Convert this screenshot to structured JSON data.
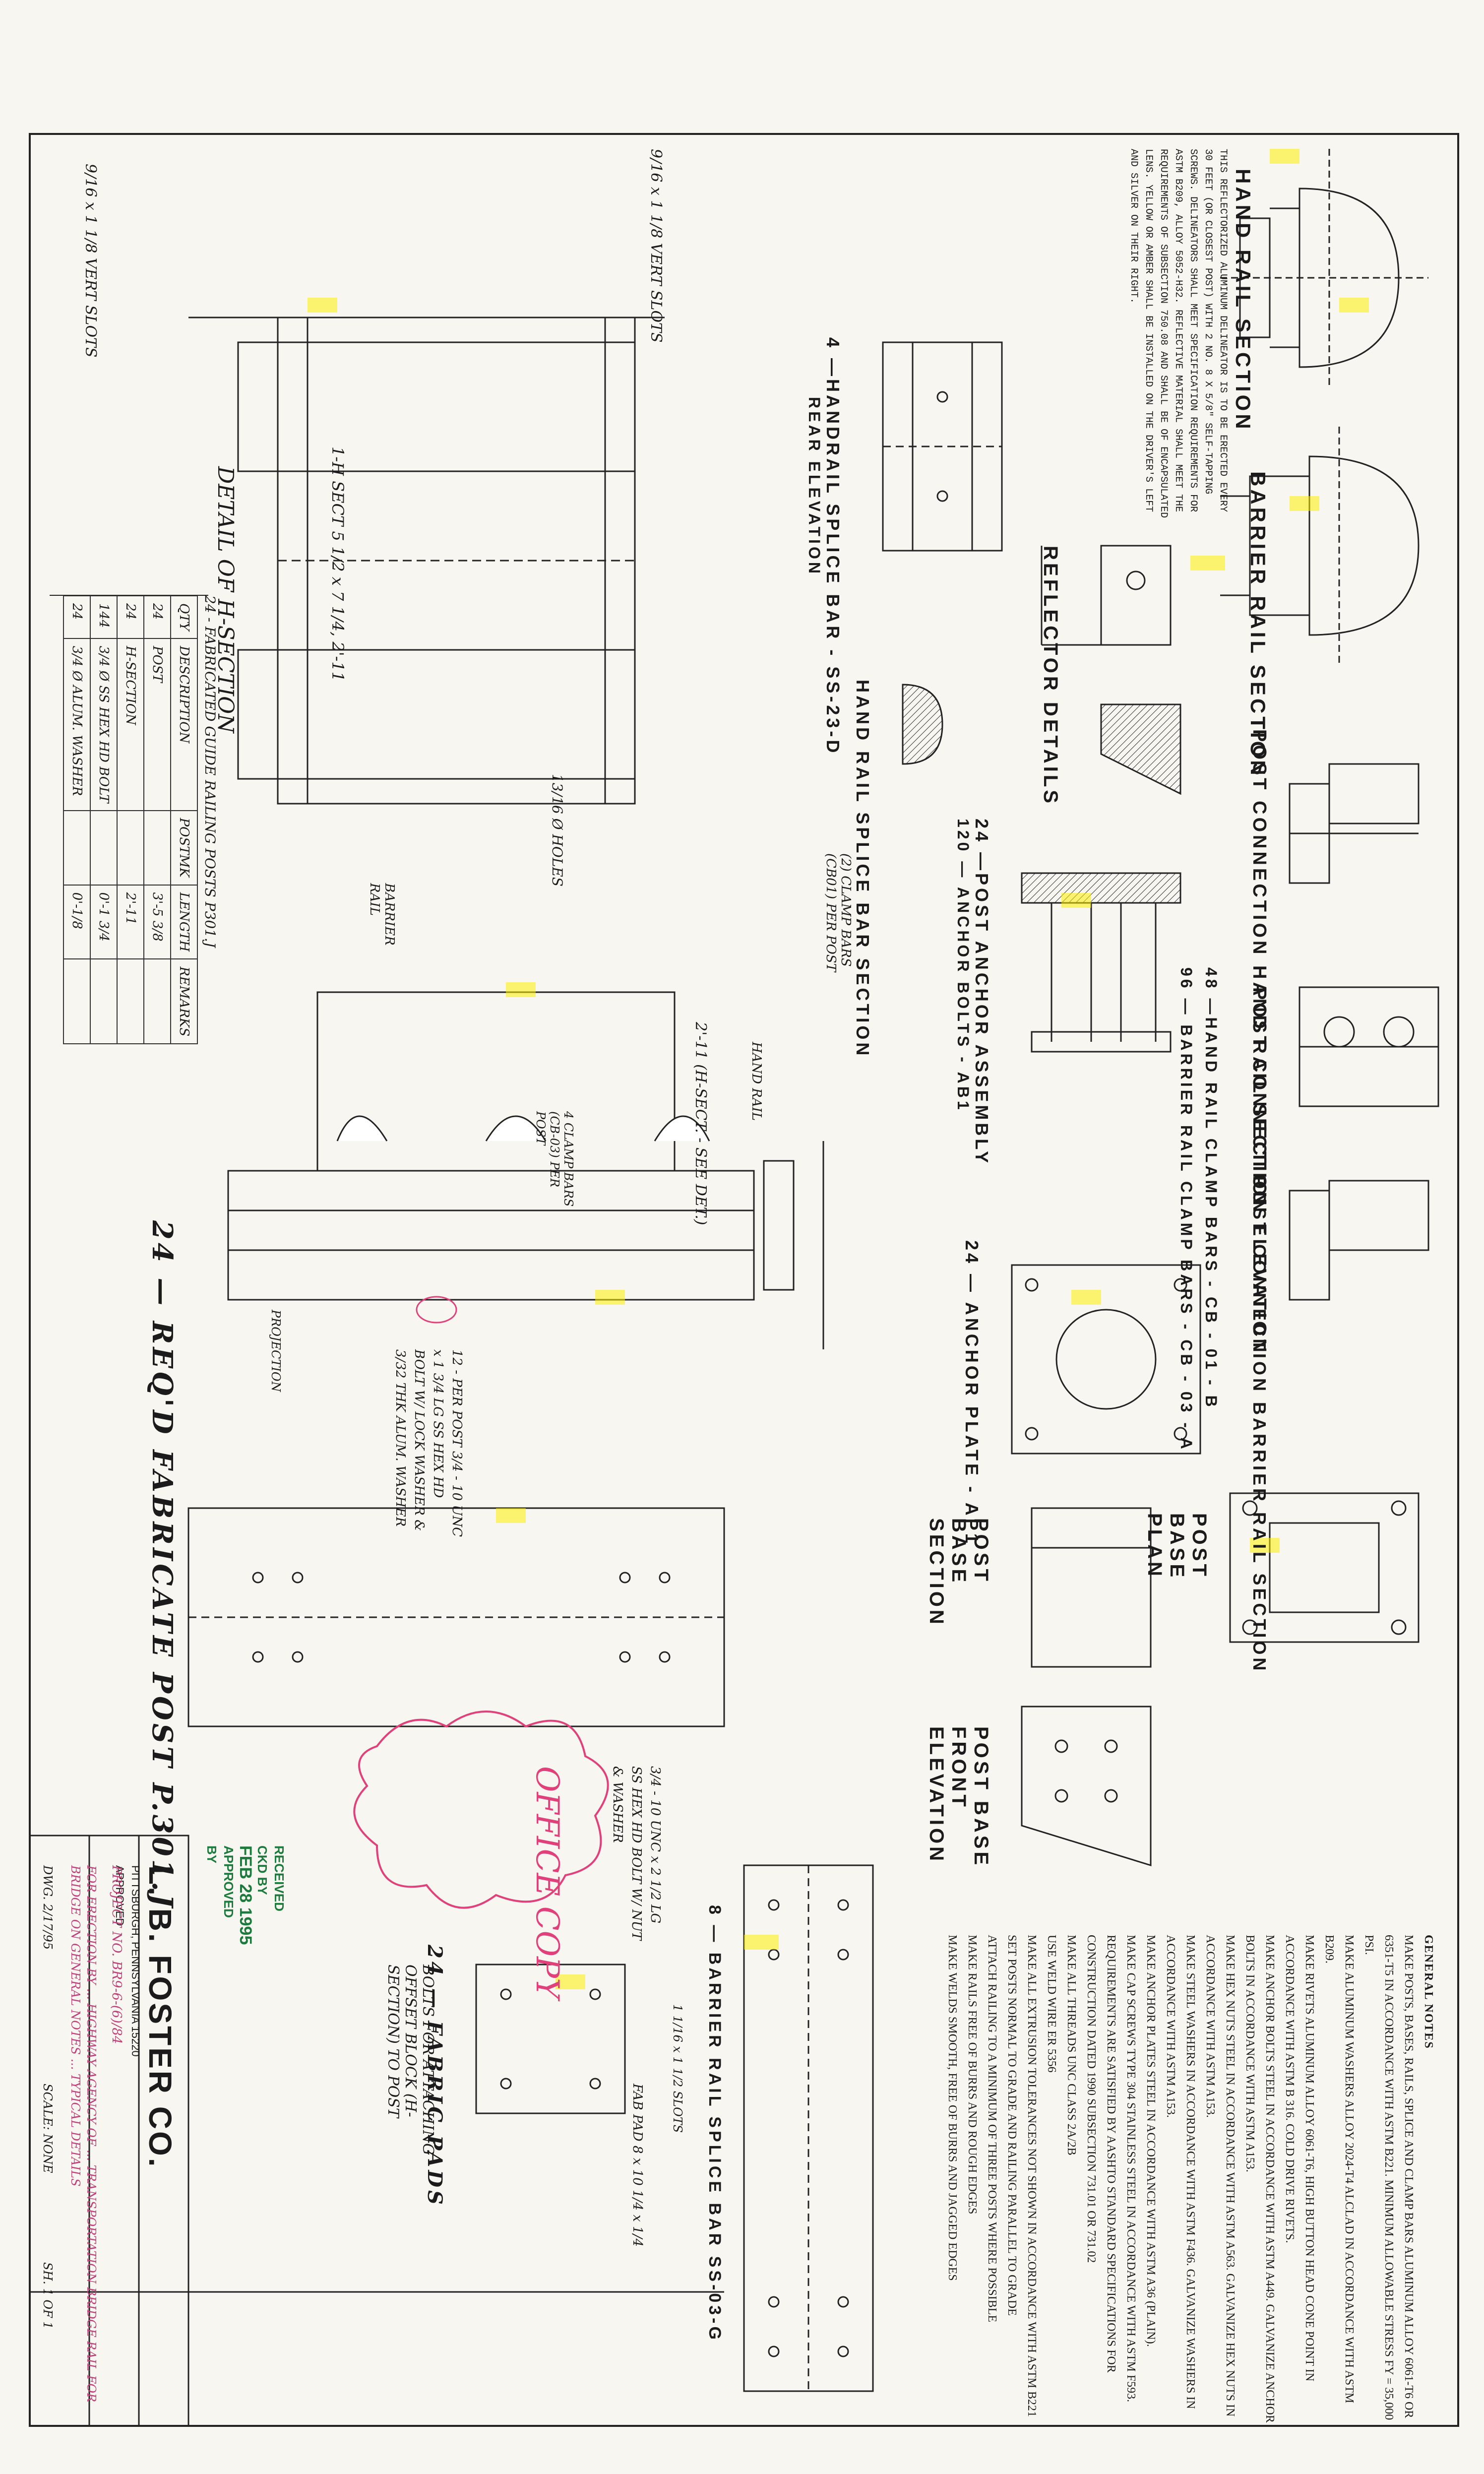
{
  "drawing": {
    "rail_views": {
      "hand_rail_section": "HAND RAIL SECTION",
      "barrier_rail_section": "BARRIER RAIL SECTION",
      "reflector_details": "REFLECTOR DETAILS",
      "hand_rail_splice_bar_section": "HAND RAIL SPLICE BAR SECTION",
      "handrail_splice_bar": "4 —HANDRAIL SPLICE BAR - SS-23-D",
      "rear_elevation": "REAR ELEVATION",
      "post_connection_hand_rail_section": "POST CONNECTION HAND RAIL SECTION",
      "post_connection_elevation": "POST CONNECTION ELEVATION",
      "post_connection_barrier_rail_section": "POST CONNECTION BARRIER RAIL SECTION",
      "hand_rail_clamp_bars": "48 —HAND RAIL CLAMP BARS - CB - 01 - B",
      "barrier_rail_clamp_bars": "96 — BARRIER RAIL CLAMP BARS - CB - 03 - A",
      "post_anchor_assembly": "24 —POST ANCHOR ASSEMBLY",
      "anchor_bolts": "120 — ANCHOR BOLTS - AB1",
      "anchor_plate": "24 — ANCHOR PLATE - AP1",
      "post_base_plan": "POST BASE PLAN",
      "post_base_section": "POST BASE SECTION",
      "post_base_front_elevation": "POST BASE FRONT ELEVATION",
      "barrier_rail_splice_bar": "8 — BARRIER RAIL SPLICE BAR SS-03-G",
      "fabric_pads": "24 — FABRIC PADS",
      "fabricate_post": "24 — REQ'D FABRICATE POST P.301.J",
      "detail_h_section": "DETAIL OF H-SECTION",
      "bolts_attaching": "BOLTS FOR ATTACHING OFFSET BLOCK (H-SECTION) TO POST"
    },
    "reflector_note": "THIS REFLECTORIZED ALUMINUM DELINEATOR IS TO BE ERECTED EVERY 30 FEET (OR CLOSEST POST) WITH 2 NO. 8 X 5/8\" SELF-TAPPING SCREWS. DELINEATORS SHALL MEET SPECIFICATION REQUIREMENTS FOR ASTM B209, ALLOY 5052-H32. REFLECTIVE MATERIAL SHALL MEET THE REQUIREMENTS OF SUBSECTION 750.08 AND SHALL BE OF ENCAPSULATED LENS. YELLOW OR AMBER SHALL BE INSTALLED ON THE DRIVER'S LEFT AND SILVER ON THEIR RIGHT.",
    "handwritten": {
      "vert_slots_1": "9/16 x 1 1/8 VERT SLOTS",
      "vert_slots_2": "9/16 x 1 1/8 VERT SLOTS",
      "h_sect_dims": "1-H SECT 5 1/2 x 7 1/4, 2'-11",
      "h_sect_see_det": "2'-11 (H-SECT. - SEE DET.)",
      "holes": "13/16 Ø HOLES",
      "clamp_bars_per_post": "(2) CLAMP BARS (CB01) PER POST",
      "clamp_bars_per_post_2": "4 CLAMP BARS (CB-03) PER POST",
      "barrier_rail": "BARRIER RAIL",
      "hand_rail": "HAND RAIL",
      "bolt_note": "12 - PER POST 3/4 - 10 UNC x 1 3/4 LG SS HEX HD BOLT W/ LOCK WASHER & 3/32 THK ALUM. WASHER",
      "ss_bolt_note": "3/4 - 10 UNC x 2 1/2 LG SS HEX HD BOLT W/ NUT & WASHER",
      "fab_pad_dims": "FAB PAD 8 x 10 1/4 x 1/4",
      "slots": "1 1/16 x 1 1/2 SLOTS",
      "projection": "PROJECTION",
      "office_copy": "OFFICE COPY"
    },
    "bom": {
      "title": "24 - FABRICATED GUIDE RAILING POSTS P301.J",
      "headers": [
        "QTY",
        "DESCRIPTION",
        "POSTMK",
        "LENGTH",
        "REMARKS"
      ],
      "rows": [
        [
          "24",
          "POST",
          "",
          "3'-5 3/8",
          ""
        ],
        [
          "24",
          "H-SECTION",
          "",
          "2'-11",
          ""
        ],
        [
          "144",
          "3/4 Ø SS HEX HD BOLT",
          "",
          "0'-1 3/4",
          ""
        ],
        [
          "24",
          "3/4 Ø ALUM. WASHER",
          "",
          "0'-1/8",
          ""
        ]
      ]
    },
    "general_notes": {
      "title": "GENERAL NOTES",
      "items": [
        "MAKE POSTS, BASES, RAILS, SPLICE AND CLAMP BARS ALUMINUM ALLOY 6061-T6 OR 6351-T5 IN ACCORDANCE WITH ASTM B221. MINIMUM ALLOWABLE STRESS FY = 35,000 PSI.",
        "MAKE ALUMINUM WASHERS ALLOY 2024-T4 ALCLAD IN ACCORDANCE WITH ASTM B209.",
        "MAKE RIVETS ALUMINUM ALLOY 6061-T6, HIGH BUTTON HEAD CONE POINT IN ACCORDANCE WITH ASTM B 316. COLD DRIVE RIVETS.",
        "MAKE ANCHOR BOLTS STEEL IN ACCORDANCE WITH ASTM A449. GALVANIZE ANCHOR BOLTS IN ACCORDANCE WITH ASTM A153.",
        "MAKE HEX NUTS STEEL IN ACCORDANCE WITH ASTM A563. GALVANIZE HEX NUTS IN ACCORDANCE WITH ASTM A153.",
        "MAKE STEEL WASHERS IN ACCORDANCE WITH ASTM F436. GALVANIZE WASHERS IN ACCORDANCE WITH ASTM A153.",
        "MAKE ANCHOR PLATES STEEL IN ACCORDANCE WITH ASTM A36 (PLAIN).",
        "MAKE CAP SCREWS TYPE 304 STAINLESS STEEL IN ACCORDANCE WITH ASTM F593.",
        "REQUIREMENTS ARE SATISFIED BY AASHTO STANDARD SPECIFICATIONS FOR CONSTRUCTION DATED 1990 SUBSECTION 731.01 OR 731.02",
        "MAKE ALL THREADS UNC CLASS 2A/2B",
        "USE WELD WIRE ER 5356",
        "MAKE ALL EXTRUSION TOLERANCES NOT SHOWN IN ACCORDANCE WITH ASTM B221",
        "SET POSTS NORMAL TO GRADE AND RAILING PARALLEL TO GRADE",
        "ATTACH RAILING TO A MINIMUM OF THREE POSTS WHERE POSSIBLE",
        "MAKE RAILS FREE OF BURRS AND ROUGH EDGES",
        "MAKE WELDS SMOOTH, FREE OF BURRS AND JAGGED EDGES"
      ]
    },
    "stamp": {
      "received": "RECEIVED",
      "date": "FEB 28 1995",
      "approved": "APPROVED",
      "checked": "CKD BY",
      "by": "BY"
    },
    "title_block": {
      "company": "L. B. FOSTER CO.",
      "city": "PITTSBURGH, PENNSYLVANIA 15220",
      "project_no": "PROJECT NO. BR9-6-(6)/84",
      "description": "FOR ERECTION BY ... HIGHWAY AGENCY OF ... TRANSPORTATION BRIDGE RAIL FOR BRIDGE ON GENERAL NOTES ... TYPICAL DETAILS",
      "approved_label": "APPROVED",
      "drawn": "DWG. 2/17/95",
      "scale": "SCALE: NONE",
      "sheet": "SH. 1 OF 1"
    }
  }
}
